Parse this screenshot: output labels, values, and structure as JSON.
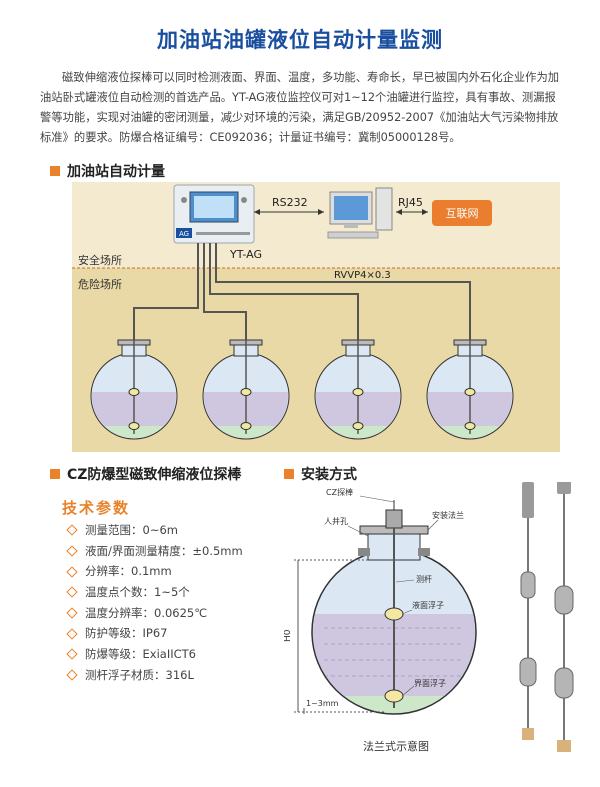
{
  "title": "加油站油罐液位自动计量监测",
  "intro": "磁致伸缩液位探棒可以同时检测液面、界面、温度，多功能、寿命长，早已被国内外石化企业作为加油站卧式罐液位自动检测的首选产品。YT-AG液位监控仪可对1~12个油罐进行监控，具有事故、测漏报警等功能，实现对油罐的密闭测量，减少对环境的污染，满足GB/20952-2007《加油站大气污染物排放标准》的要求。防爆合格证编号：CE092036；计量证书编号：冀制05000128号。",
  "section1": "加油站自动计量",
  "diagram": {
    "rs232": "RS232",
    "rj45": "RJ45",
    "internet": "互联网",
    "device_model": "YT-AG",
    "device_brand": "AG",
    "safe_zone": "安全场所",
    "hazard_zone": "危险场所",
    "cable": "RVVP4×0.3"
  },
  "section2": "CZ防爆型磁致伸缩液位探棒",
  "section3": "安装方式",
  "params_title": "技术参数",
  "params": [
    "测量范围：0~6m",
    "液面/界面测量精度：±0.5mm",
    "分辨率：0.1mm",
    "温度点个数：1~5个",
    "温度分辨率：0.0625℃",
    "防护等级：IP67",
    "防爆等级：ExiaIICT6",
    "测杆浮子材质：316L"
  ],
  "install": {
    "probe": "CZ探棒",
    "flange": "安装法兰",
    "manhole": "人井孔",
    "rod": "测杆",
    "level_float": "液面浮子",
    "interface_float": "界面浮子",
    "h0": "H0",
    "gap": "1~3mm",
    "caption": "法兰式示意图"
  },
  "colors": {
    "title": "#1a4fa0",
    "accent": "#e9822a",
    "safe": "#f2e6bc",
    "hazard": "#e8d9a6"
  }
}
